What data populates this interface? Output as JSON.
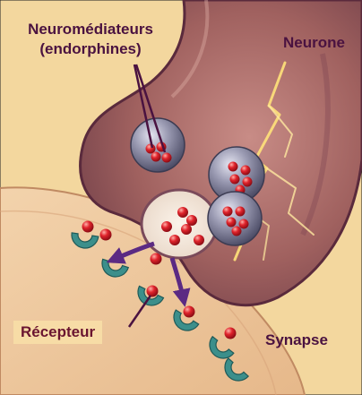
{
  "labels": {
    "neurotransmitters_line1": "Neuromédiateurs",
    "neurotransmitters_line2": "(endorphines)",
    "neuron": "Neurone",
    "receptor": "Récepteur",
    "synapse": "Synapse"
  },
  "colors": {
    "background": "#f3d79e",
    "neuron": "#9c5a5c",
    "receiving_cell": "#efc9a0",
    "vesicle": "#7c7c95",
    "molecule": "#e0242c",
    "receptor": "#3c8f8b",
    "arrow": "#5b2a83",
    "lightning": "#ffe27a",
    "label_text": "#4a1240"
  }
}
